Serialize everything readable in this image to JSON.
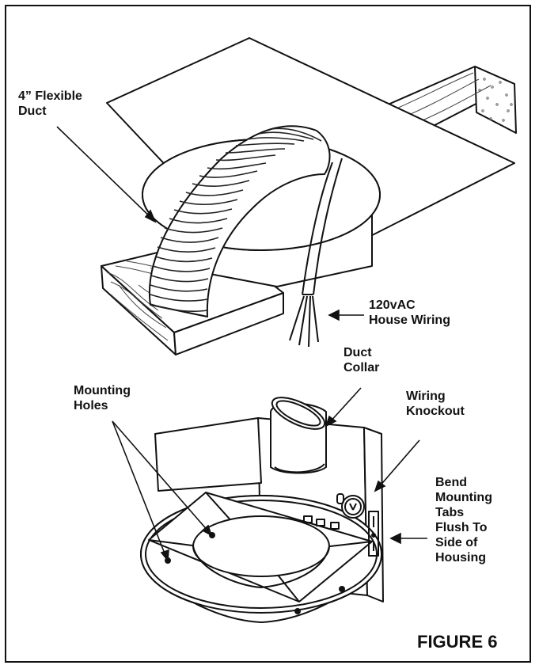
{
  "labels": {
    "flexible_duct": [
      "4” Flexible",
      "Duct"
    ],
    "house_wiring": [
      "120vAC",
      "House Wiring"
    ],
    "duct_collar": [
      "Duct",
      "Collar"
    ],
    "mounting_holes": [
      "Mounting",
      "Holes"
    ],
    "wiring_knockout": [
      "Wiring",
      "Knockout"
    ],
    "bend_tabs": [
      "Bend",
      "Mounting",
      "Tabs",
      "Flush To",
      "Side of",
      "Housing"
    ]
  },
  "figure_caption": "FIGURE 6",
  "colors": {
    "ink": "#111111",
    "paper": "#ffffff",
    "wood_grain": "#444444"
  }
}
